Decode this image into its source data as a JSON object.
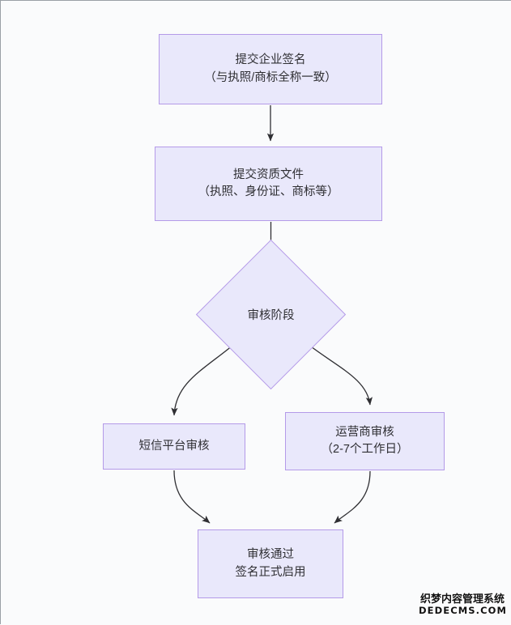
{
  "diagram": {
    "type": "flowchart",
    "title": "",
    "background_color": "#fafbfc",
    "node_fill_color": "#e9e8fb",
    "node_border_color": "#b49ae8",
    "node_text_color": "#2f2f33",
    "edge_color": "#2f2f33",
    "nodes": [
      {
        "id": "submit-signature",
        "shape": "rectangle",
        "line1": "提交企业签名",
        "line2": "（与执照/商标全称一致）"
      },
      {
        "id": "submit-documents",
        "shape": "rectangle",
        "line1": "提交资质文件",
        "line2": "（执照、身份证、商标等）"
      },
      {
        "id": "review-stage",
        "shape": "diamond",
        "line1": "审核阶段",
        "line2": ""
      },
      {
        "id": "sms-review",
        "shape": "rectangle",
        "line1": "短信平台审核",
        "line2": ""
      },
      {
        "id": "carrier-review",
        "shape": "rectangle",
        "line1": "运营商审核",
        "line2": "（2-7个工作日）"
      },
      {
        "id": "approved",
        "shape": "rectangle",
        "line1": "审核通过",
        "line2": "签名正式启用"
      }
    ],
    "edges": [
      {
        "id": "e1",
        "from": "submit-signature",
        "to": "submit-documents",
        "style": "straight",
        "label": ""
      },
      {
        "id": "e2",
        "from": "submit-documents",
        "to": "review-stage",
        "style": "straight",
        "label": ""
      },
      {
        "id": "e3",
        "from": "review-stage",
        "to": "sms-review",
        "style": "curved",
        "label": ""
      },
      {
        "id": "e4",
        "from": "review-stage",
        "to": "carrier-review",
        "style": "curved",
        "label": ""
      },
      {
        "id": "e5",
        "from": "sms-review",
        "to": "approved",
        "style": "curved",
        "label": ""
      },
      {
        "id": "e6",
        "from": "carrier-review",
        "to": "approved",
        "style": "curved",
        "label": ""
      }
    ]
  },
  "watermark": {
    "chinese": "织梦内容管理系统",
    "english": "DEDECMS.COM"
  }
}
